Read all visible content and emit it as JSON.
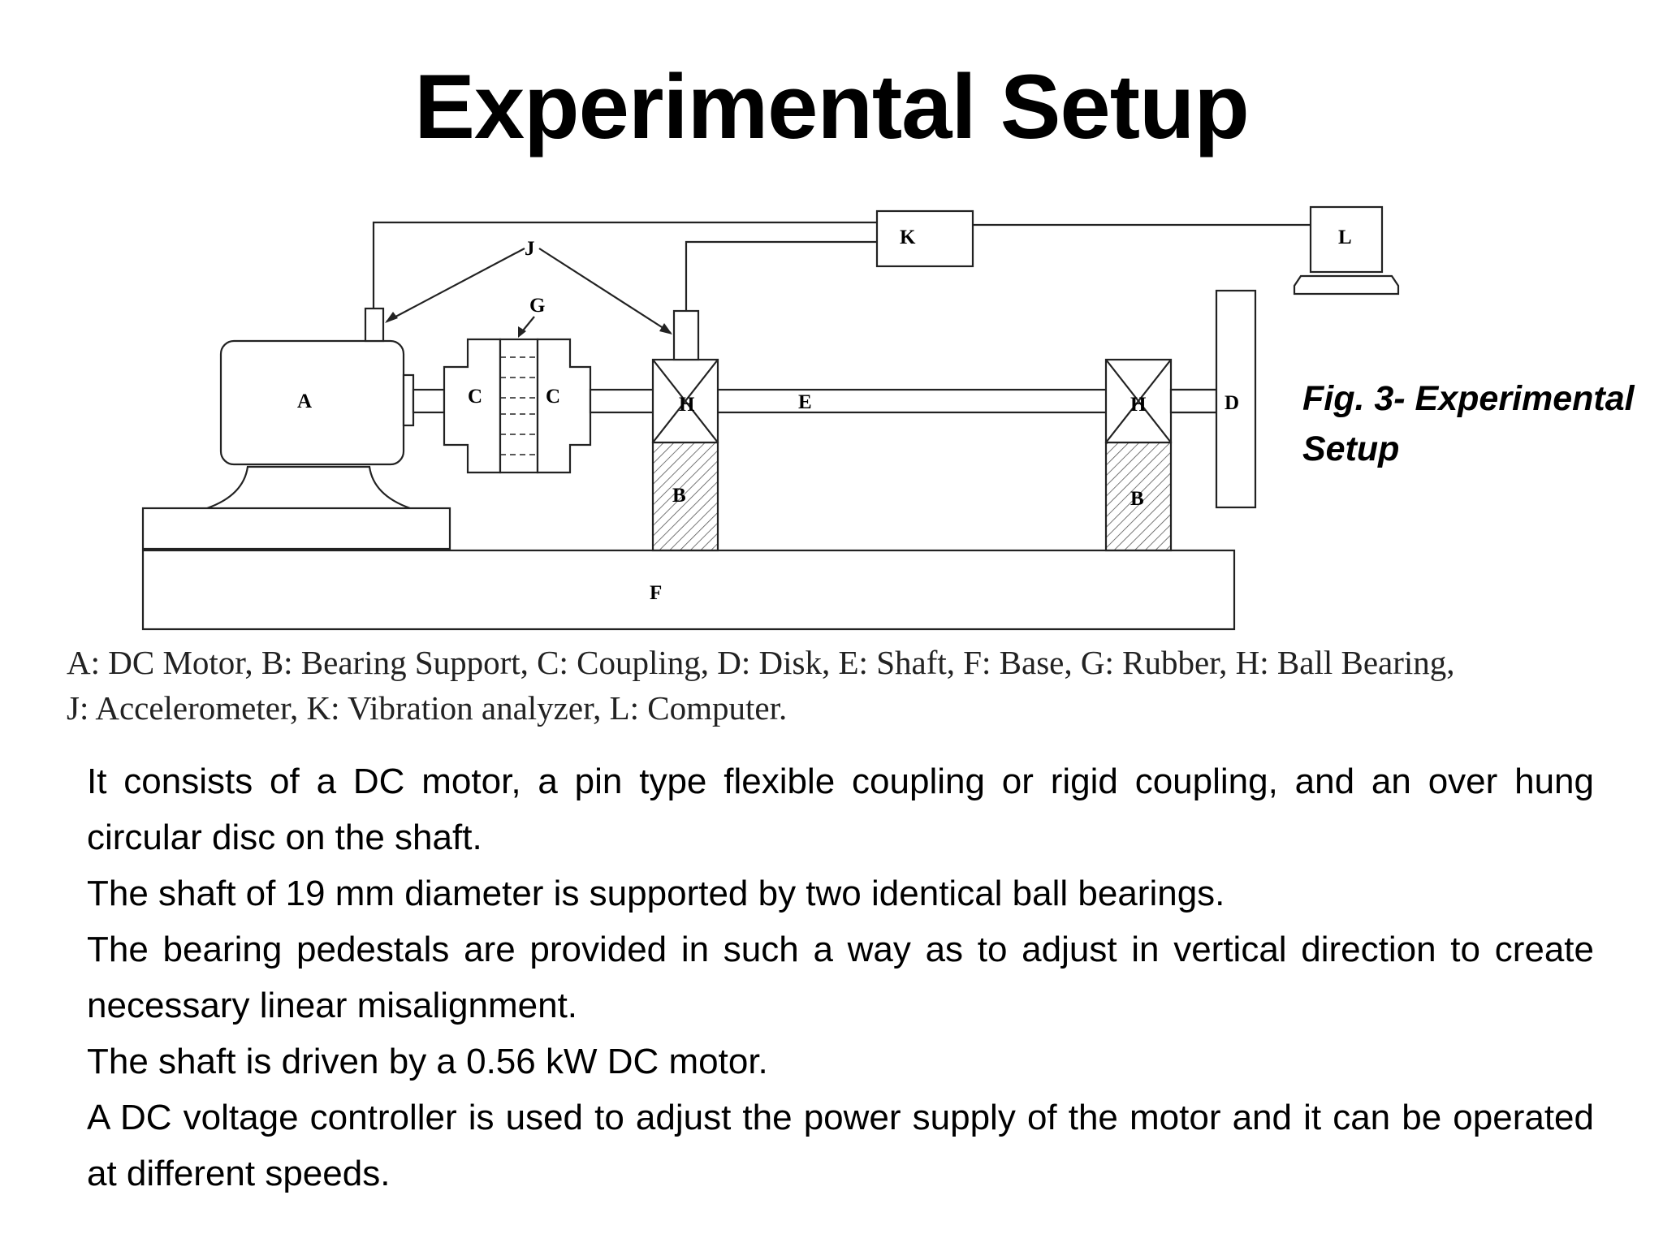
{
  "slide": {
    "title": "Experimental Setup",
    "figure_caption": "Fig. 3- Experimental Setup",
    "legend_lines": [
      "A: DC Motor, B: Bearing Support, C: Coupling, D: Disk, E: Shaft, F: Base, G: Rubber, H: Ball Bearing,",
      "J: Accelerometer, K: Vibration analyzer, L: Computer."
    ],
    "paragraphs": [
      "It consists of a DC motor, a pin type flexible coupling or rigid coupling, and an over hung circular disc on the shaft.",
      "The shaft of 19 mm diameter is supported by two identical ball bearings.",
      "The bearing pedestals are provided in such a way as to adjust in vertical direction to create necessary linear misalignment.",
      "The shaft is driven by a 0.56 kW DC motor.",
      "A DC voltage controller is used to adjust the power supply of the motor and it can be operated at different speeds."
    ]
  },
  "diagram": {
    "labels": {
      "motor": "A",
      "coupling_left": "C",
      "coupling_right": "C",
      "rubber": "G",
      "accelerometer": "J",
      "analyzer": "K",
      "computer": "L",
      "bearing_left": "H",
      "bearing_right": "H",
      "shaft": "E",
      "support_left": "B",
      "support_right": "B",
      "disk": "D",
      "base": "F"
    }
  }
}
